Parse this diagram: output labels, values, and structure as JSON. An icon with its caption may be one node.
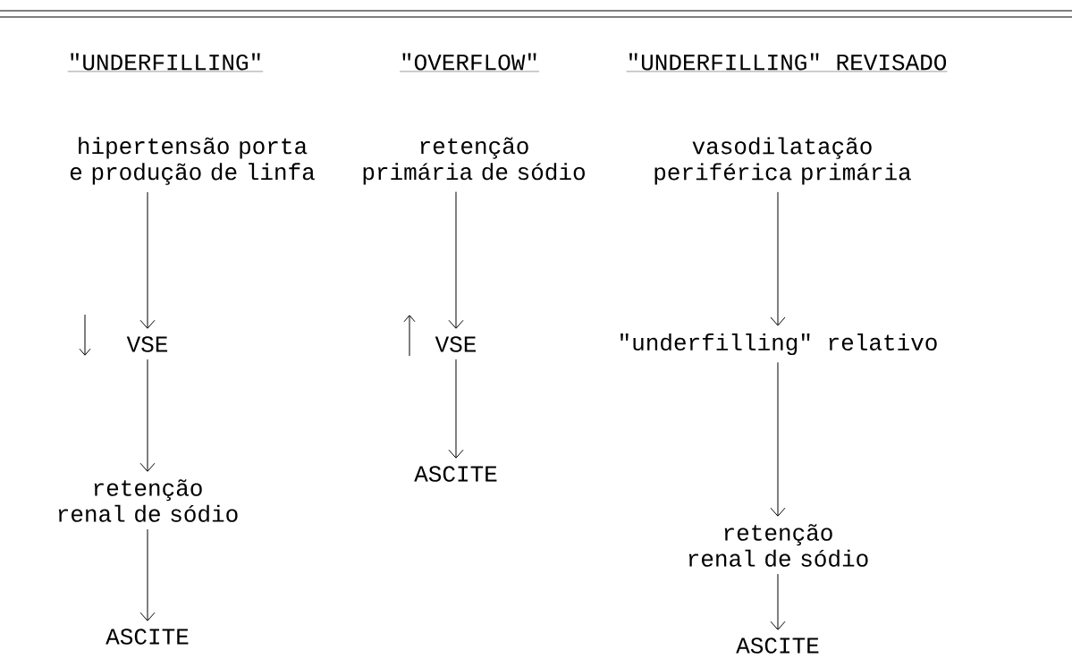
{
  "diagram": {
    "nodes": [
      {
        "text": [
          "hipertensão porta e produção de linfa"
        ]
      },
      {
        "text": [
          "VSE"
        ]
      },
      {
        "text": [
          "retenção renal de sódio"
        ]
      },
      {
        "text": [
          "ASCITE"
        ]
      },
      {
        "text": [
          "retenção primária de sódio"
        ]
      },
      {
        "text": [
          "VSE"
        ]
      },
      {
        "text": [
          "ASCITE"
        ]
      },
      {
        "text": [
          "vasodilatação periférica primária"
        ]
      },
      {
        "text": [
          "\"underfilling\" relativo"
        ]
      },
      {
        "text": [
          "retenção renal de sódio"
        ]
      },
      {
        "text": [
          "ASCITE"
        ]
      }
    ],
    "edges": [
      {
        "from": 0,
        "to": 1,
        "arrow": "to"
      },
      {
        "from": 1,
        "to": 2,
        "arrow": "to"
      },
      {
        "from": 2,
        "to": 3,
        "arrow": "to"
      },
      {
        "from": 4,
        "to": 5,
        "arrow": "to"
      },
      {
        "from": 5,
        "to": 6,
        "arrow": "to"
      },
      {
        "from": 7,
        "to": 8,
        "arrow": "to"
      },
      {
        "from": 8,
        "to": 9,
        "arrow": "to"
      },
      {
        "from": 9,
        "to": 10,
        "arrow": "to"
      }
    ],
    "labels": [
      "\"UNDERFILLING\"",
      "\"OVERFLOW\"",
      "\"UNDERFILLING\" REVISADO"
    ]
  }
}
